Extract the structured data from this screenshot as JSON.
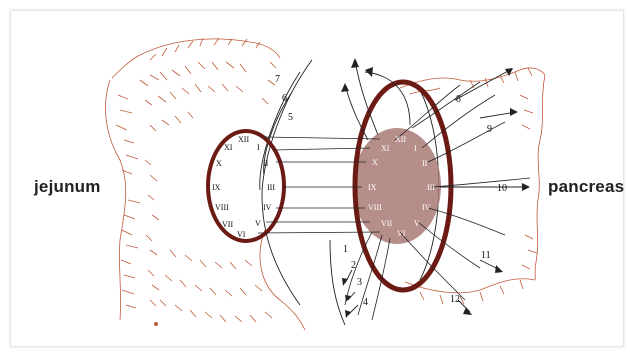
{
  "labels": {
    "left": "jejunum",
    "right": "pancreas"
  },
  "left_ring_numerals": [
    "XII",
    "I",
    "II",
    "III",
    "IV",
    "V",
    "VI",
    "VII",
    "VIII",
    "IX",
    "X",
    "XI"
  ],
  "right_ring_numerals": [
    "XII",
    "XI",
    "X",
    "IX",
    "VIII",
    "VII",
    "VI",
    "V",
    "IV",
    "III",
    "II",
    "I"
  ],
  "arrow_numbers": [
    "1",
    "2",
    "3",
    "4",
    "5",
    "6",
    "7",
    "8",
    "9",
    "10",
    "11",
    "12"
  ],
  "colors": {
    "ring": "#6b1a14",
    "pancreas_fill": "#a97a74",
    "tissue_stroke": "#c05a3a",
    "line": "#222222"
  }
}
